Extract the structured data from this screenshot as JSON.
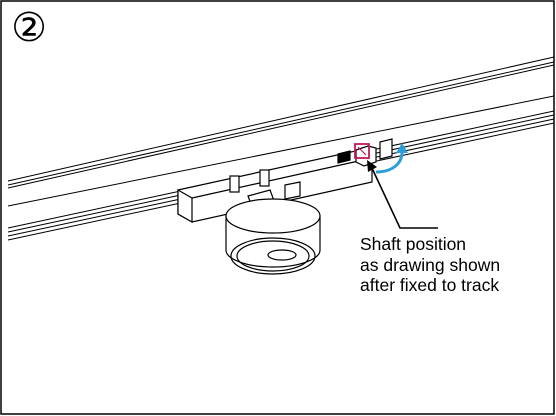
{
  "diagram": {
    "step_number": "②",
    "callout_lines": [
      "Shaft position",
      "as drawing shown",
      "after fixed to track"
    ],
    "colors": {
      "line": "#000000",
      "shaft_highlight": "#c2185b",
      "rotation_arrow": "#2e9ed6",
      "background": "#ffffff"
    },
    "icons": [
      "rotation-arrow-icon",
      "leader-arrow-icon"
    ]
  }
}
